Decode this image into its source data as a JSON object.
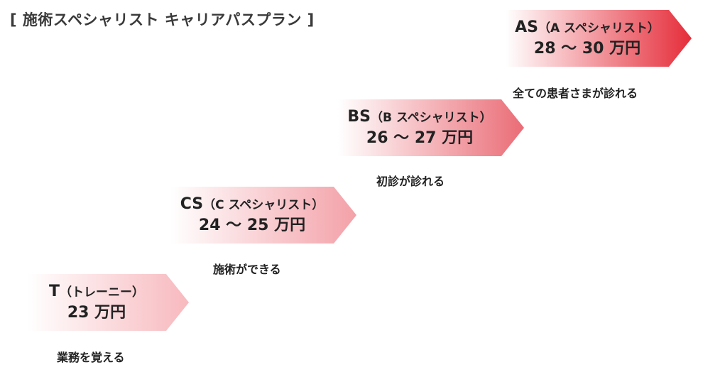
{
  "title": "[ 施術スペシャリスト キャリアパスプラン ]",
  "colors": {
    "accent": "#e8303c",
    "light": "#fde0e2"
  },
  "steps": [
    {
      "name": "T",
      "sub": "（トレーニー）",
      "salary": "23 万円",
      "description": "業務を覚える",
      "color_start": "#ffffff",
      "color_end": "#f7b9be"
    },
    {
      "name": "CS",
      "sub": "（C スペシャリスト）",
      "salary": "24 ～ 25 万円",
      "description": "施術ができる",
      "color_start": "#ffffff",
      "color_end": "#f3a1a8"
    },
    {
      "name": "BS",
      "sub": "（B スペシャリスト）",
      "salary": "26 ～ 27 万円",
      "description": "初診が診れる",
      "color_start": "#ffffff",
      "color_end": "#ea6c76"
    },
    {
      "name": "AS",
      "sub": "（A スペシャリスト）",
      "salary": "28 ～ 30 万円",
      "description": "全ての患者さまが診れる",
      "color_start": "#ffffff",
      "color_end": "#e52d3a"
    }
  ]
}
